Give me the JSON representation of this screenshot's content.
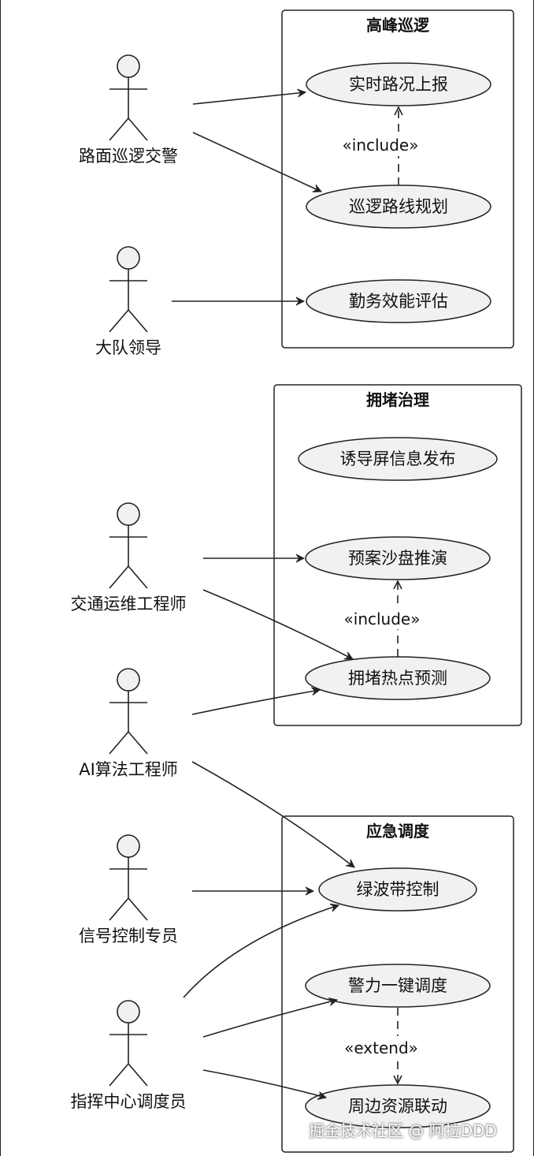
{
  "colors": {
    "line": "#222222",
    "usecase_fill": "#f1f1f1",
    "actor_fill": "#f1f1f1",
    "package_fill": "#ffffff",
    "text": "#111111"
  },
  "packages": [
    {
      "id": "pkg-patrol",
      "title": "高峰巡逻"
    },
    {
      "id": "pkg-congestion",
      "title": "拥堵治理"
    },
    {
      "id": "pkg-emergency",
      "title": "应急调度"
    }
  ],
  "actors": [
    {
      "id": "patrol-officer",
      "label": "路面巡逻交警"
    },
    {
      "id": "brigade-leader",
      "label": "大队领导"
    },
    {
      "id": "traffic-engineer",
      "label": "交通运维工程师"
    },
    {
      "id": "ai-engineer",
      "label": "AI算法工程师"
    },
    {
      "id": "signal-specialist",
      "label": "信号控制专员"
    },
    {
      "id": "dispatcher",
      "label": "指挥中心调度员"
    }
  ],
  "usecases": [
    {
      "id": "realtime-report",
      "label": "实时路况上报"
    },
    {
      "id": "route-planning",
      "label": "巡逻路线规划"
    },
    {
      "id": "duty-evaluation",
      "label": "勤务效能评估"
    },
    {
      "id": "guidance-screen",
      "label": "诱导屏信息发布"
    },
    {
      "id": "sandbox-drill",
      "label": "预案沙盘推演"
    },
    {
      "id": "hotspot-prediction",
      "label": "拥堵热点预测"
    },
    {
      "id": "green-wave",
      "label": "绿波带控制"
    },
    {
      "id": "one-click-dispatch",
      "label": "警力一键调度"
    },
    {
      "id": "resource-linkage",
      "label": "周边资源联动"
    }
  ],
  "relations": [
    {
      "id": "rel-include-1",
      "label": "«include»"
    },
    {
      "id": "rel-include-2",
      "label": "«include»"
    },
    {
      "id": "rel-extend-1",
      "label": "«extend»"
    }
  ],
  "watermark": "掘金技术社区 @ 阿拉DDD"
}
